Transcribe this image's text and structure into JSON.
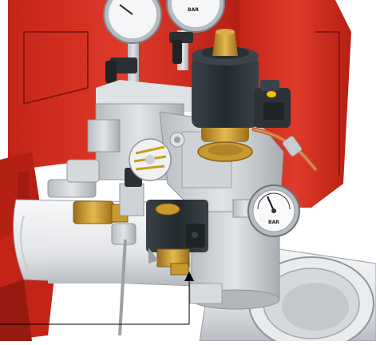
{
  "figure": {
    "kind": "technical-illustration",
    "subject": "valve-manifold-assembly-with-gauges-and-solenoid-valves",
    "pointer": {
      "target": "lower-solenoid-valve-outlet"
    }
  },
  "gauges": [
    {
      "position": "top-left",
      "unit_label": ""
    },
    {
      "position": "top-center",
      "unit_label": "BAR"
    },
    {
      "position": "right",
      "unit_label": "BAR"
    }
  ],
  "colors": {
    "housing_red": "#d42a1c",
    "housing_red_dark": "#a81c12",
    "manifold_steel": "#c9ccd0",
    "pipe_white": "#eceeef",
    "solenoid_dark": "#2c3236",
    "brass": "#c89a2e",
    "copper": "#c46a32",
    "leader_line": "#000000"
  },
  "icons": [
    "solenoid-coil-icon",
    "pressure-gauge-icon",
    "leader-arrow-icon"
  ]
}
